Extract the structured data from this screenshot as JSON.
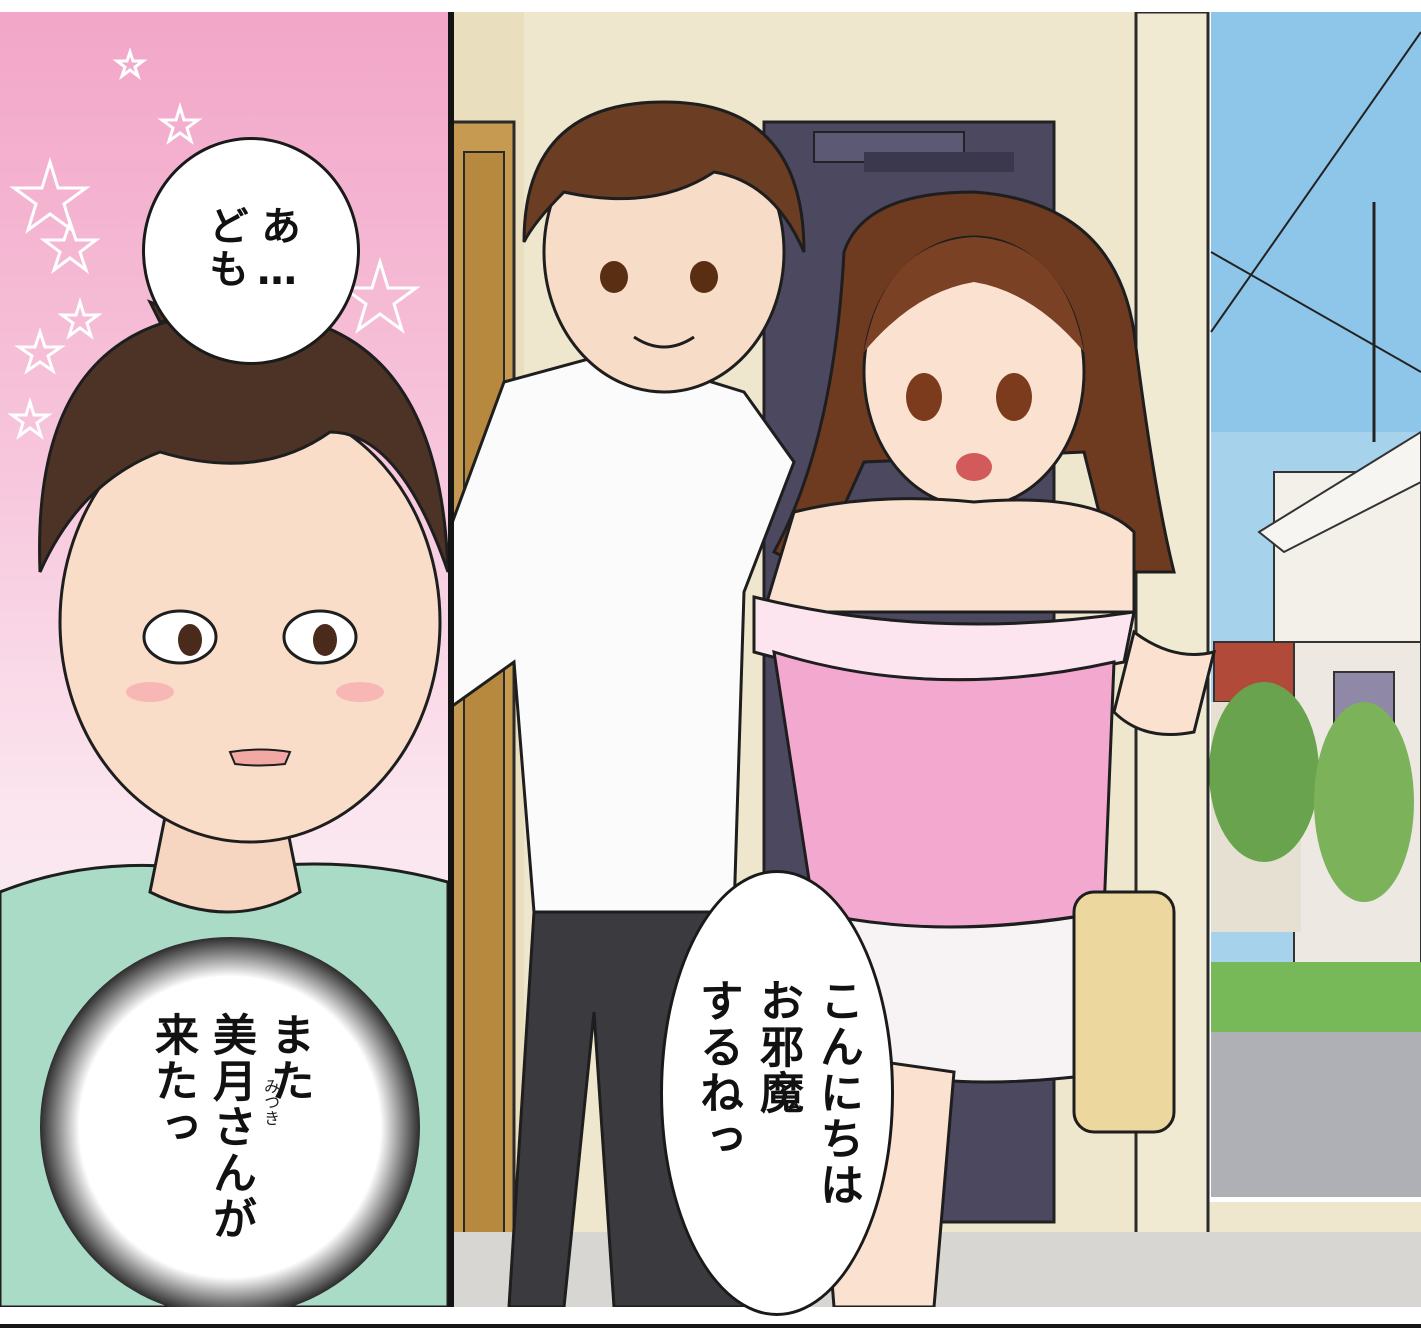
{
  "page": {
    "dialogue": [
      {
        "speaker": "left-boy",
        "text": "あ…\nども"
      },
      {
        "speaker": "girl",
        "text": "こんにちは\nお邪魔\nするねっ"
      }
    ],
    "thought": {
      "text": "また\n美月さんが\n来たっ",
      "ruby": "みつき"
    }
  },
  "colors": {
    "pink_bg": "#f2a6c8",
    "wall": "#eee6cd",
    "door": "#4b4860",
    "sky": "#9ccde8",
    "ink": "#141414"
  },
  "icons": [
    "star-icon"
  ]
}
